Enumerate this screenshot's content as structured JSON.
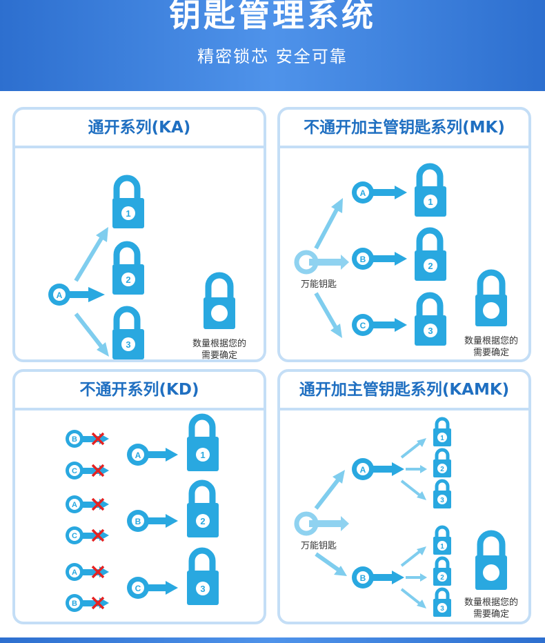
{
  "header": {
    "title": "钥匙管理系统",
    "subtitle": "精密锁芯 安全可靠"
  },
  "note_line1": "数量根据您的",
  "note_line2": "需要确定",
  "master_key_label": "万能钥匙",
  "colors": {
    "lock": "#29a8e0",
    "key": "#29a8e0",
    "master_key": "#8fd2f0",
    "arrow": "#7fcdee",
    "cross": "#e52222",
    "panel_border": "#c4def6",
    "title_text": "#1f6fc1"
  },
  "panels": {
    "ka": {
      "title": "通开系列(KA)",
      "key_letter": "A",
      "lock_numbers": [
        "1",
        "2",
        "3"
      ]
    },
    "mk": {
      "title": "不通开加主管钥匙系列(MK)",
      "key_letters": [
        "A",
        "B",
        "C"
      ],
      "lock_numbers": [
        "1",
        "2",
        "3"
      ]
    },
    "kd": {
      "title": "不通开系列(KD)",
      "rows": [
        {
          "crossed": [
            "B",
            "C"
          ],
          "key": "A",
          "lock": "1"
        },
        {
          "crossed": [
            "A",
            "C"
          ],
          "key": "B",
          "lock": "2"
        },
        {
          "crossed": [
            "A",
            "B"
          ],
          "key": "C",
          "lock": "3"
        }
      ]
    },
    "kamk": {
      "title": "通开加主管钥匙系列(KAMK)",
      "key_letters": [
        "A",
        "B"
      ],
      "lock_numbers_a": [
        "1",
        "2",
        "3"
      ],
      "lock_numbers_b": [
        "1",
        "2",
        "3"
      ]
    }
  }
}
